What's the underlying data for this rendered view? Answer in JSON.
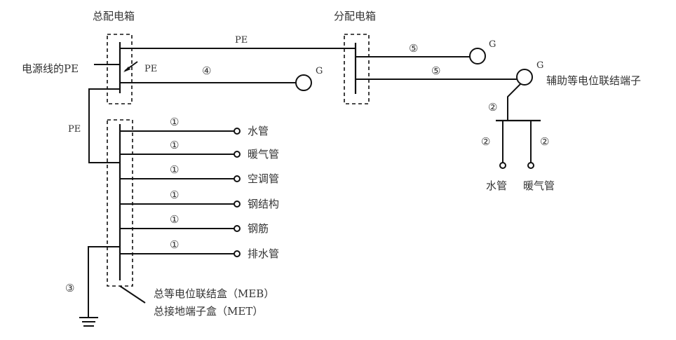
{
  "title": "总等电位联结与辅助等电位联结示意图",
  "main_box": {
    "label": "总配电箱",
    "incoming_label": "电源线的PE",
    "pe_arrow_label": "PE"
  },
  "distribution_box": {
    "label": "分配电箱"
  },
  "pe_trunk_label": "PE",
  "pe_link_label": "PE",
  "g_symbol": "G",
  "conductor_4_label": "④",
  "conductor_5_labels": [
    "⑤",
    "⑤"
  ],
  "aux_terminal_label": "辅助等电位联结端子",
  "aux_branch": {
    "marker": "②",
    "items": [
      {
        "marker": "②",
        "label": "水管"
      },
      {
        "marker": "②",
        "label": "暖气管"
      }
    ]
  },
  "meb": {
    "label_line1": "总等电位联结盒（MEB）",
    "label_line2": "总接地端子盒（MET）",
    "branches": [
      {
        "marker": "①",
        "label": "水管"
      },
      {
        "marker": "①",
        "label": "暖气管"
      },
      {
        "marker": "①",
        "label": "空调管"
      },
      {
        "marker": "①",
        "label": "钢结构"
      },
      {
        "marker": "①",
        "label": "钢筋"
      },
      {
        "marker": "①",
        "label": "排水管"
      }
    ]
  },
  "ground": {
    "marker": "③"
  }
}
